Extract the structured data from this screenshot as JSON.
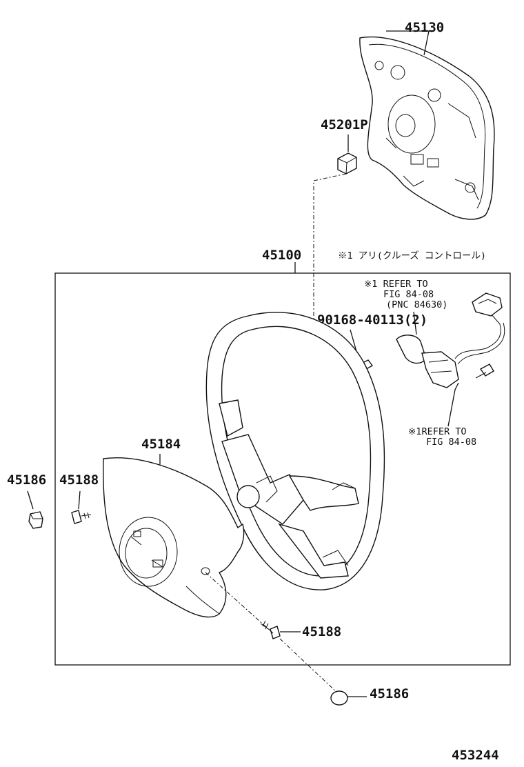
{
  "parts": {
    "p45130": "45130",
    "p45201p": "45201P",
    "p45100": "45100",
    "p45184": "45184",
    "p45186_left": "45186",
    "p45188_left": "45188",
    "p45188_bottom": "45188",
    "p45186_bottom": "45186",
    "p90168": "90168-40113(2)"
  },
  "notes": {
    "cruise_jp": "※1 アリ(クルーズ コントロール)",
    "refer1_line1": "※1 REFER TO",
    "refer1_line2": "FIG 84-08",
    "refer1_line3": "(PNC 84630)",
    "refer2_line1": "※1REFER TO",
    "refer2_line2": "FIG 84-08"
  },
  "figure_number": "453244"
}
